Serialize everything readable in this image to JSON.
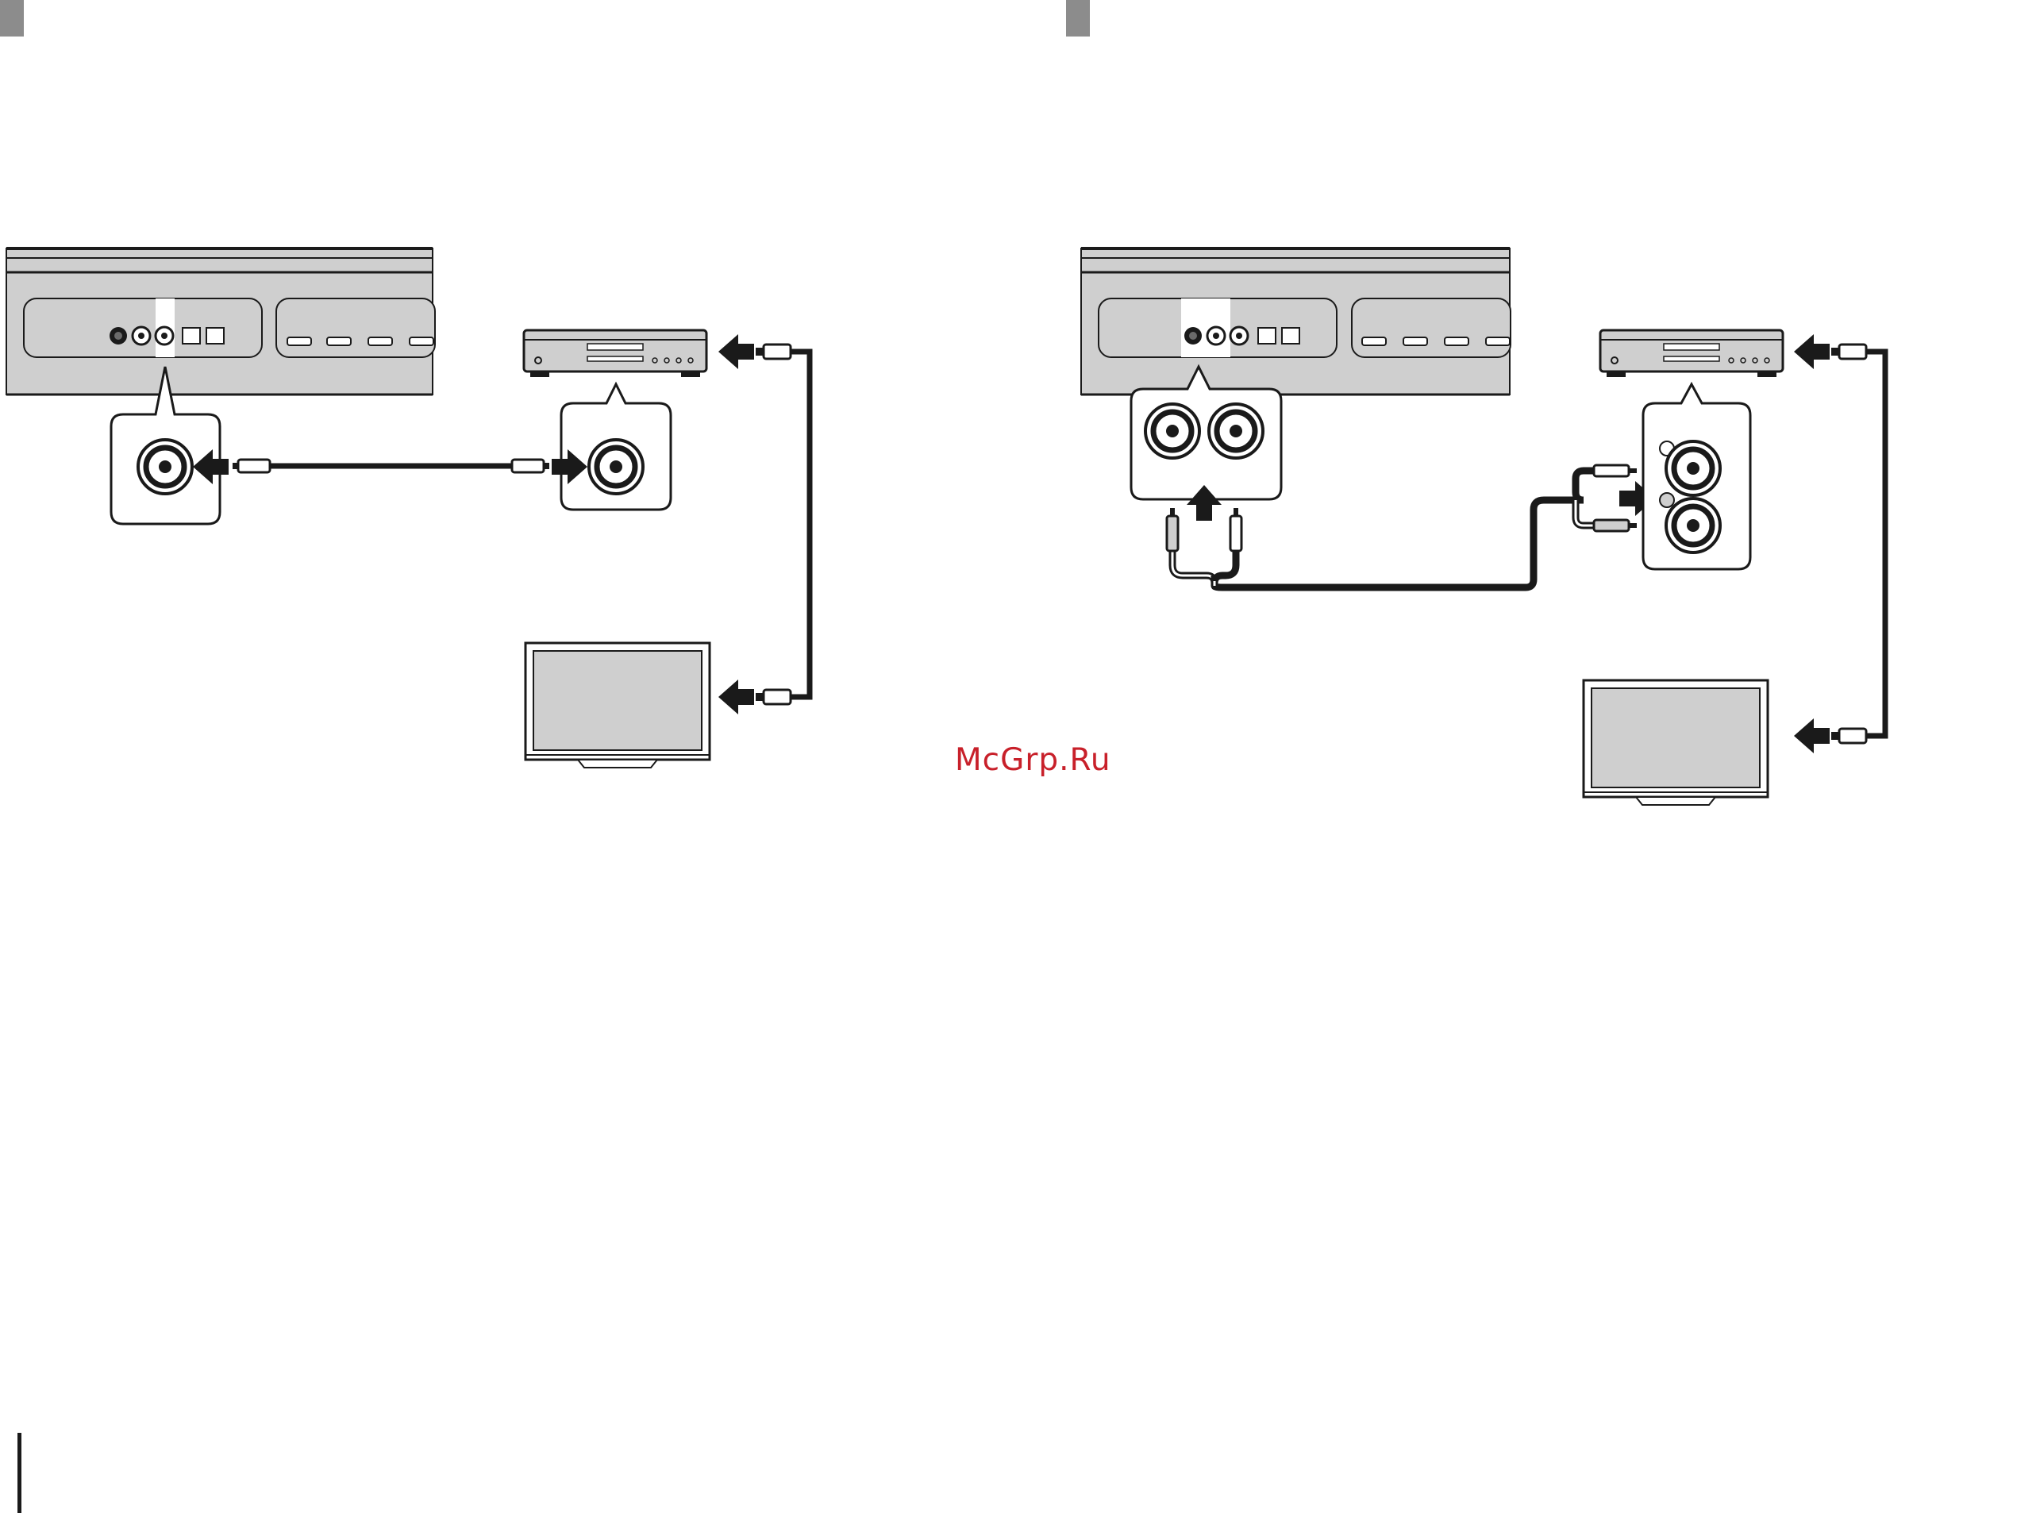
{
  "watermark": {
    "text": "McGrp.Ru"
  },
  "colors": {
    "background": "#ffffff",
    "panel_gray": "#cfcfcf",
    "marker_gray": "#8c8c8c",
    "line_black": "#1a1a1a",
    "watermark_red": "#c8202a"
  },
  "connection_left": {
    "devices": [
      "soundbar-rear-panel",
      "bd-dvd-player",
      "tv"
    ],
    "cable": "coaxial-digital",
    "hdmi_cable": "hdmi"
  },
  "connection_right": {
    "devices": [
      "soundbar-rear-panel",
      "bd-dvd-player",
      "tv"
    ],
    "cable": "stereo-pin-analog",
    "hdmi_cable": "hdmi"
  }
}
